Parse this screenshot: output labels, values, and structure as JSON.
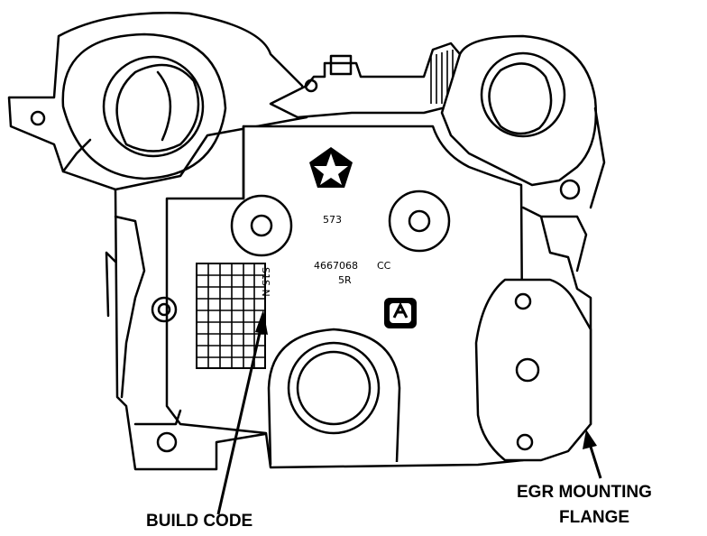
{
  "stamps": {
    "part_a": "573",
    "part_b": "4667068",
    "part_b_suffix": "CC",
    "part_c": "5R",
    "grid_label": "S1S N"
  },
  "callouts": {
    "build_code": "BUILD CODE",
    "egr_line1": "EGR MOUNTING",
    "egr_line2": "FLANGE"
  },
  "icons": {
    "logo": "pentastar-logo-icon",
    "emblem": "emblem-icon"
  },
  "colors": {
    "ink": "#000000",
    "paper": "#ffffff"
  }
}
